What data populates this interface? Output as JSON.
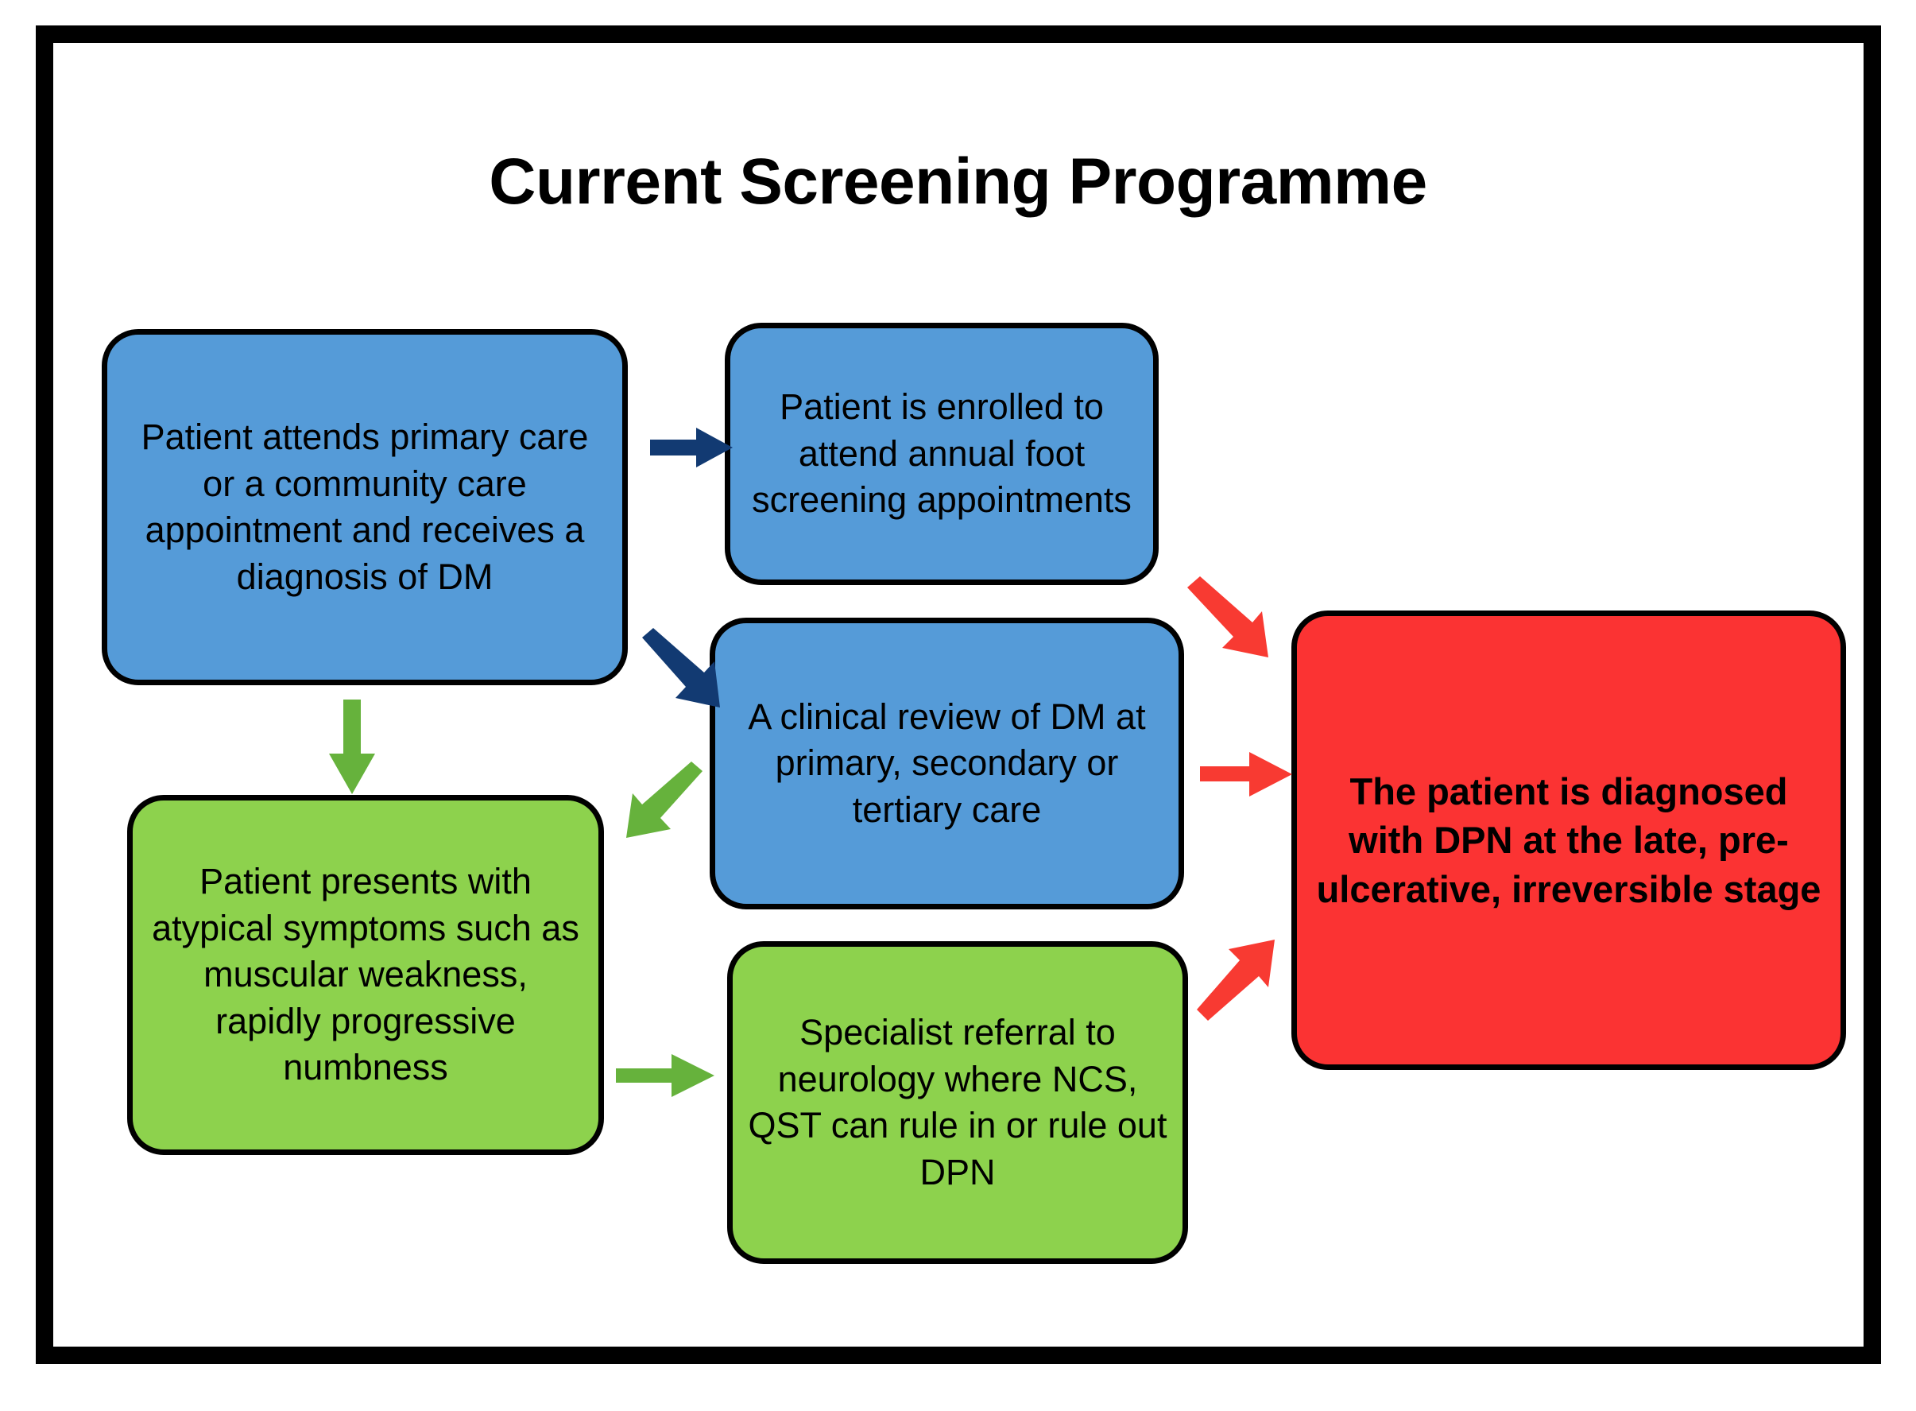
{
  "page": {
    "title": "Current Screening Programme",
    "background_color": "#FFFFFF",
    "frame_color": "#000000"
  },
  "colors": {
    "blue_node": "#559BD8",
    "green_node": "#8DD24D",
    "red_node": "#FB3333",
    "navy_arrow": "#123A72",
    "green_arrow": "#66B23C",
    "red_arrow": "#F83A32",
    "outline": "#000000",
    "text": "#000000"
  },
  "nodes": [
    {
      "id": "dm-diagnosis",
      "color": "blue",
      "text": "Patient attends primary care or a community care appointment and receives a diagnosis of DM"
    },
    {
      "id": "annual-screening",
      "color": "blue",
      "text": "Patient is enrolled to attend annual foot screening appointments"
    },
    {
      "id": "clinical-review",
      "color": "blue",
      "text": "A clinical review of DM at primary, secondary or tertiary care"
    },
    {
      "id": "atypical-symptoms",
      "color": "green",
      "text": "Patient presents with atypical symptoms such as muscular weakness, rapidly progressive numbness"
    },
    {
      "id": "specialist-referral",
      "color": "green",
      "text": "Specialist referral to neurology where NCS, QST can rule in or rule out DPN"
    },
    {
      "id": "dpn-late-diagnosis",
      "color": "red",
      "bold": true,
      "text": "The patient is diagnosed with DPN at the late, pre-ulcerative, irreversible stage"
    }
  ],
  "arrows": [
    {
      "id": "dm-to-annual-screening",
      "color": "#123A72",
      "direction": "right",
      "from": "dm-diagnosis",
      "to": "annual-screening"
    },
    {
      "id": "dm-to-clinical-review",
      "color": "#123A72",
      "direction": "down-right",
      "from": "dm-diagnosis",
      "to": "clinical-review"
    },
    {
      "id": "dm-to-atypical-symptoms",
      "color": "#66B23C",
      "direction": "down",
      "from": "dm-diagnosis",
      "to": "atypical-symptoms"
    },
    {
      "id": "clinical-review-to-atypical",
      "color": "#66B23C",
      "direction": "down-left",
      "from": "clinical-review",
      "to": "atypical-symptoms"
    },
    {
      "id": "atypical-to-specialist",
      "color": "#66B23C",
      "direction": "right",
      "from": "atypical-symptoms",
      "to": "specialist-referral"
    },
    {
      "id": "annual-screening-to-dpn",
      "color": "#F83A32",
      "direction": "down-right",
      "from": "annual-screening",
      "to": "dpn-late-diagnosis"
    },
    {
      "id": "clinical-review-to-dpn",
      "color": "#F83A32",
      "direction": "right",
      "from": "clinical-review",
      "to": "dpn-late-diagnosis"
    },
    {
      "id": "specialist-to-dpn",
      "color": "#F83A32",
      "direction": "up-right",
      "from": "specialist-referral",
      "to": "dpn-late-diagnosis"
    }
  ]
}
